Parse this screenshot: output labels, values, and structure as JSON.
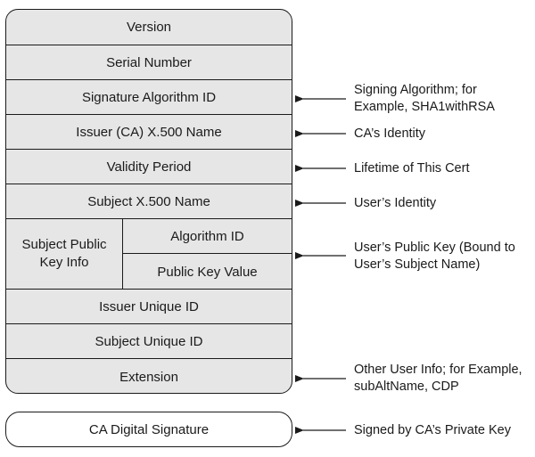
{
  "certificate_fields": [
    "Version",
    "Serial Number",
    "Signature Algorithm ID",
    "Issuer (CA) X.500 Name",
    "Validity Period",
    "Subject X.500 Name"
  ],
  "public_key_group": {
    "label": "Subject Public\nKey Info",
    "parts": [
      "Algorithm ID",
      "Public Key Value"
    ]
  },
  "trailing_fields": [
    "Issuer Unique ID",
    "Subject Unique ID",
    "Extension"
  ],
  "signature_box": "CA Digital Signature",
  "annotations": [
    {
      "target": "Signature Algorithm ID",
      "text": "Signing Algorithm; for\nExample, SHA1withRSA"
    },
    {
      "target": "Issuer (CA) X.500 Name",
      "text": "CA’s Identity"
    },
    {
      "target": "Validity Period",
      "text": "Lifetime of This Cert"
    },
    {
      "target": "Subject X.500 Name",
      "text": "User’s Identity"
    },
    {
      "target": "Subject Public Key Info",
      "text": "User’s Public Key (Bound to\nUser’s Subject Name)"
    },
    {
      "target": "Extension",
      "text": "Other User Info; for Example,\nsubAltName, CDP"
    },
    {
      "target": "CA Digital Signature",
      "text": "Signed by CA’s Private Key"
    }
  ]
}
